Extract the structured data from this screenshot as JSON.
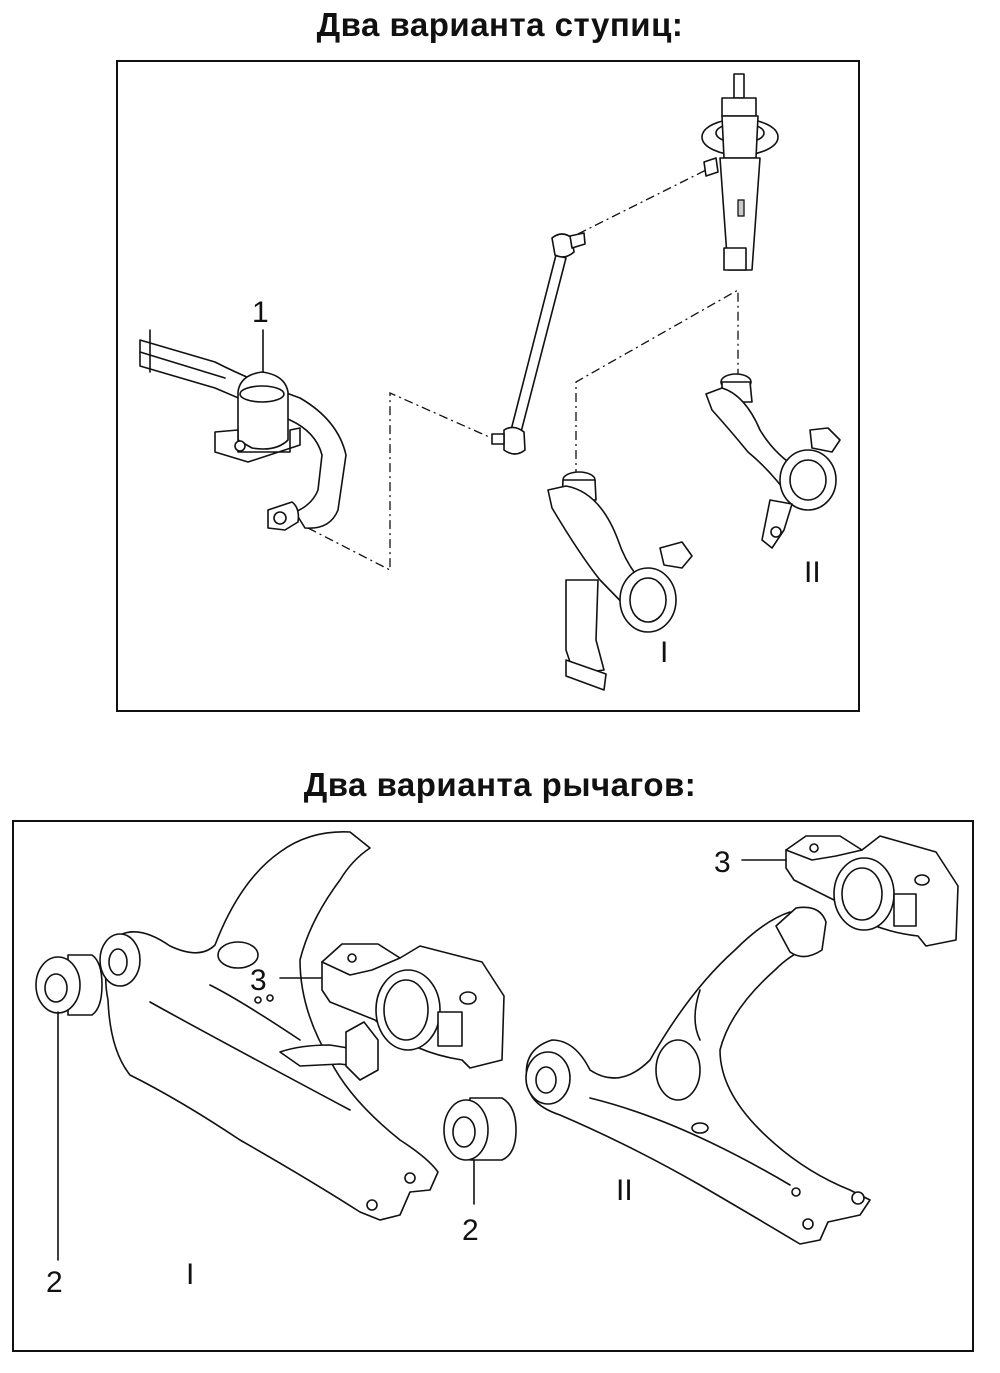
{
  "titles": {
    "hubs": "Два варианта ступиц:",
    "arms": "Два варианта рычагов:"
  },
  "hubs_diagram": {
    "labels": {
      "stabilizer_bushing": "1",
      "hub_variant_1": "I",
      "hub_variant_2": "II"
    }
  },
  "arms_diagram": {
    "labels": {
      "front_bushing_left": "2",
      "rear_bushing_left": "3",
      "arm_variant_1": "I",
      "front_bushing_right": "2",
      "rear_bushing_right": "3",
      "arm_variant_2": "II"
    }
  },
  "colors": {
    "line": "#111111",
    "background": "#ffffff",
    "shade": "#c9c9c9"
  }
}
